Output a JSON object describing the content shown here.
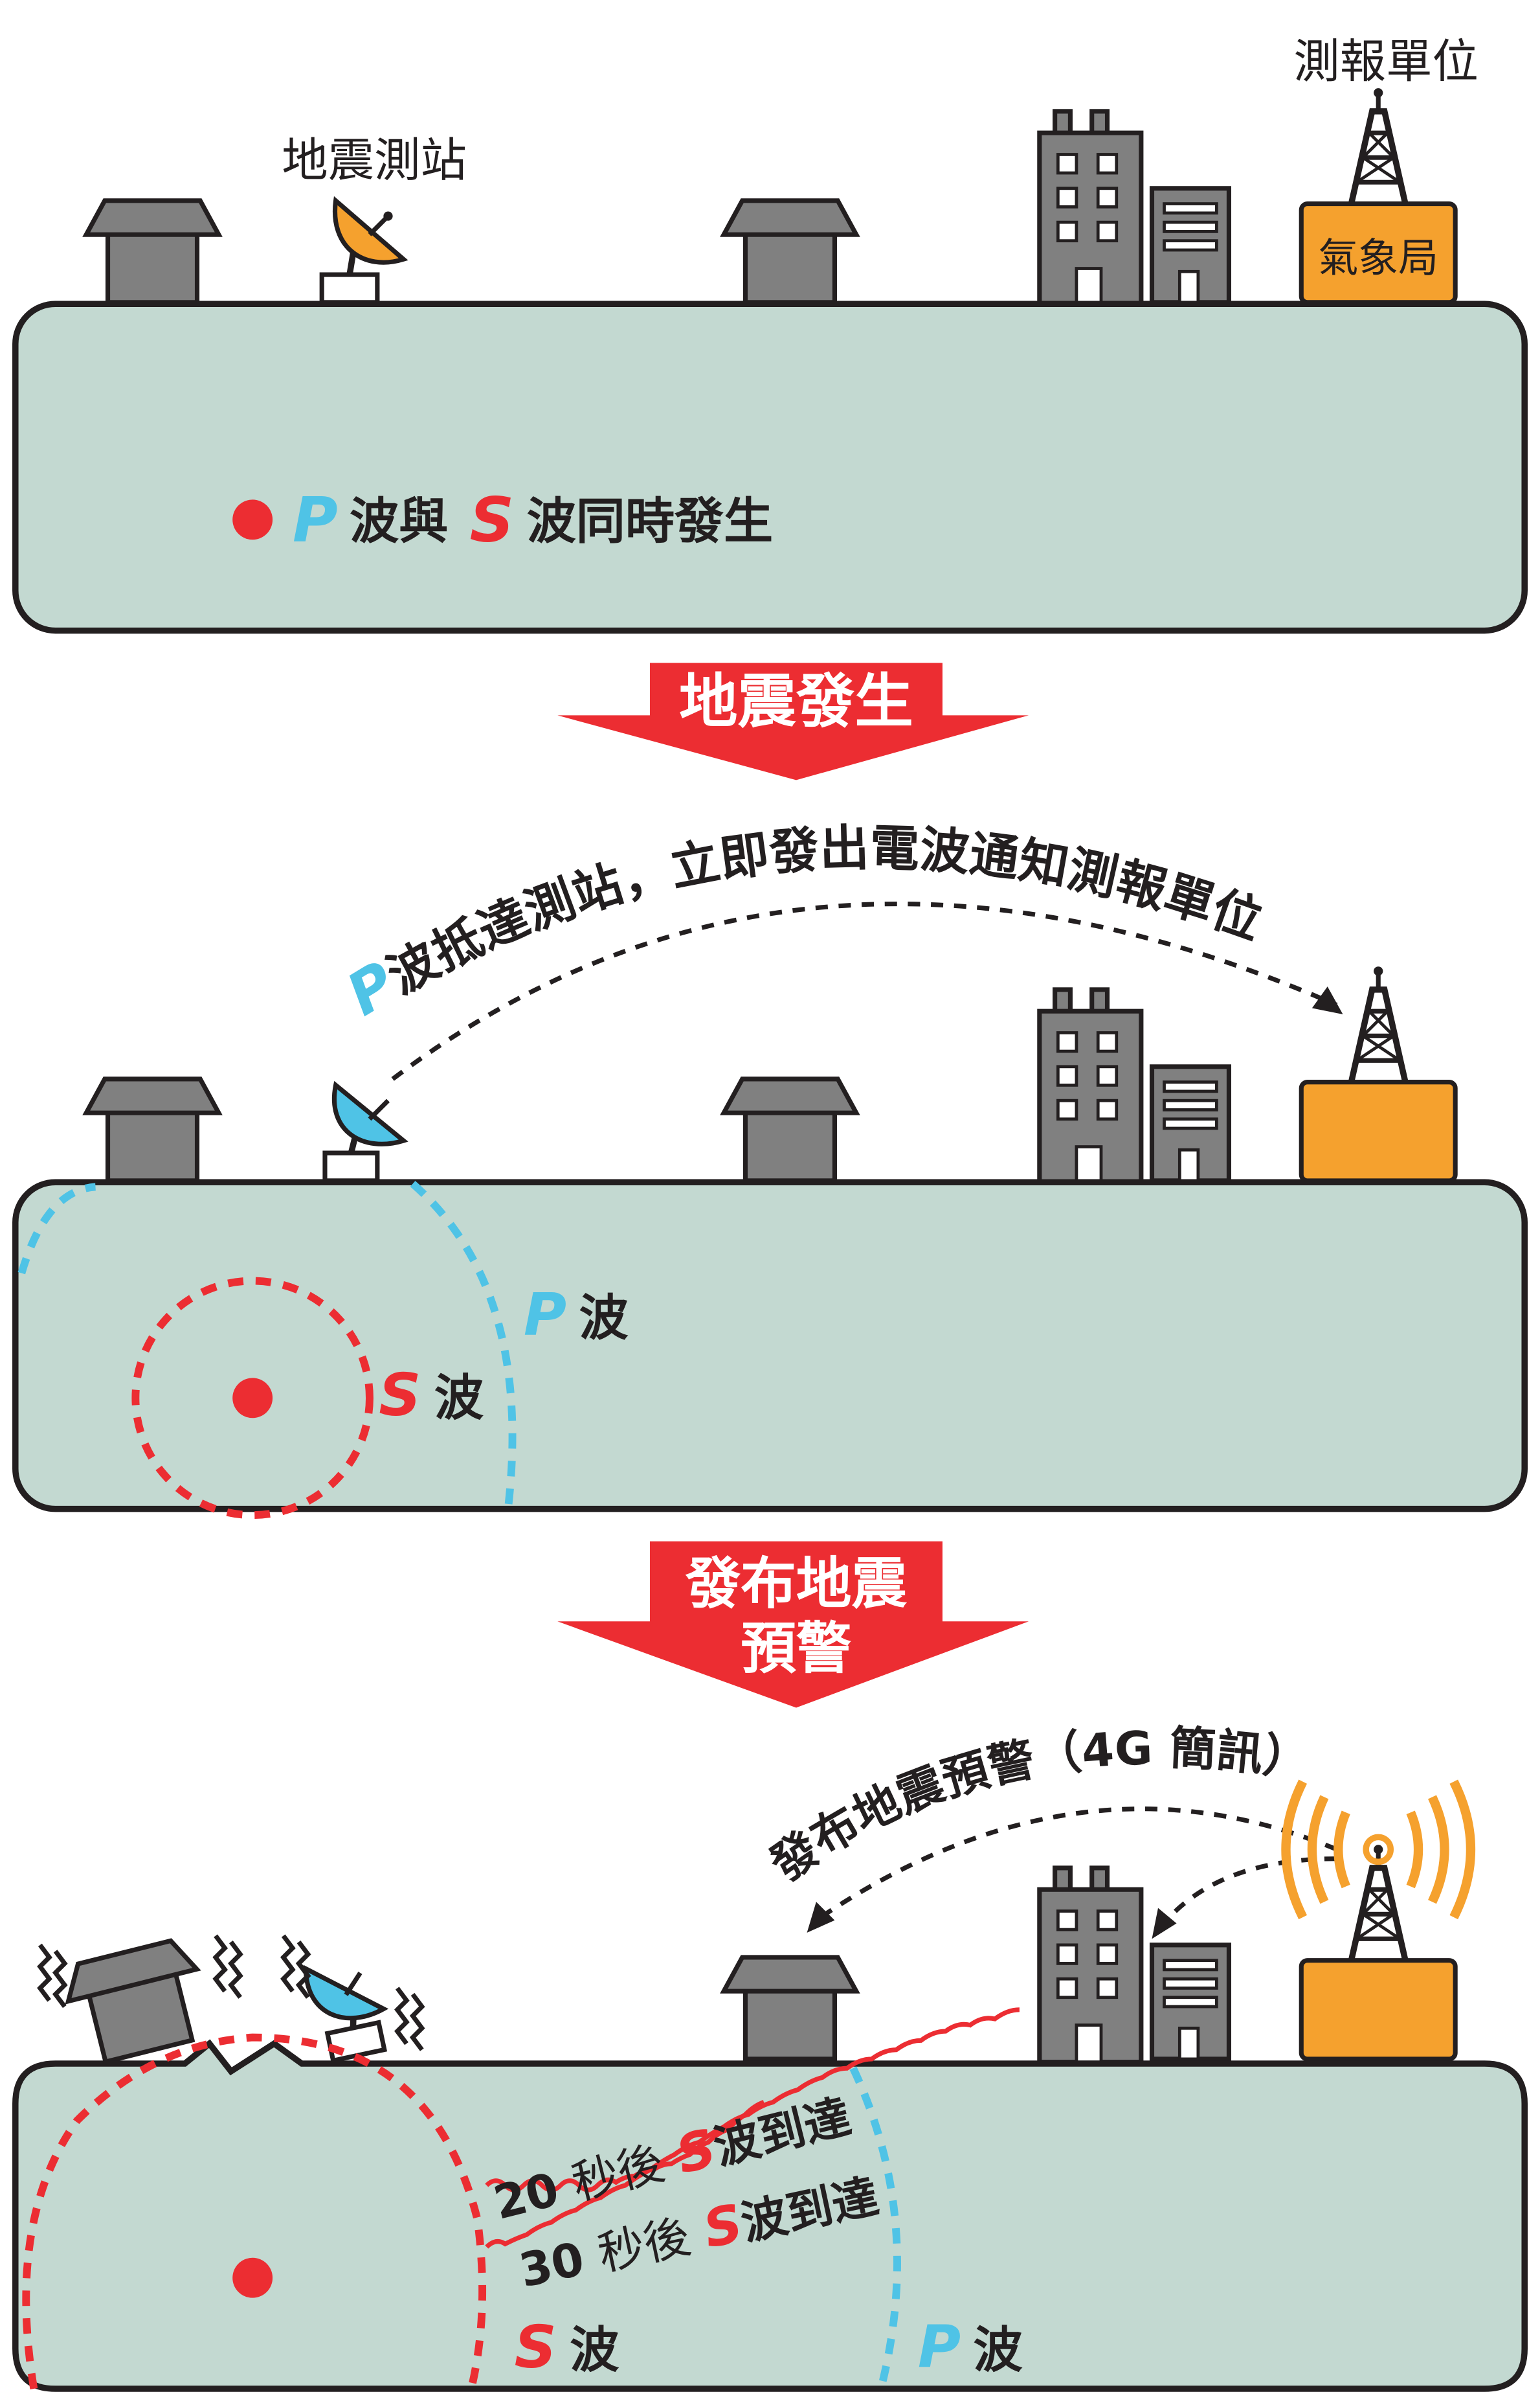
{
  "colors": {
    "ground": "#c3d9d1",
    "outline": "#231f20",
    "building": "#808080",
    "orange": "#f5a12e",
    "red": "#ec2d32",
    "blue": "#4fc3e6",
    "white": "#ffffff"
  },
  "panel1": {
    "station_label": "地震測站",
    "bureau_label": "測報單位",
    "bureau_sign": "氣象局",
    "caption": {
      "p": "P",
      "mid": "波與",
      "s": "S",
      "end": "波同時發生"
    }
  },
  "arrow1": {
    "text": "地震發生"
  },
  "panel2": {
    "message_p": "P",
    "message": "波抵達測站，立即發出電波通知測報單位",
    "p_wave_letter": "P",
    "p_wave_word": "波",
    "s_wave_letter": "S",
    "s_wave_word": "波"
  },
  "arrow2": {
    "line1": "發布地震",
    "line2": "預警"
  },
  "panel3": {
    "message": "發布地震預警（4G 簡訊）",
    "s20": {
      "num": "20",
      "pre": "秒後",
      "s": "S",
      "post": "波到達"
    },
    "s30": {
      "num": "30",
      "pre": "秒後",
      "s": "S",
      "post": "波到達"
    },
    "s_wave_letter": "S",
    "s_wave_word": "波",
    "p_wave_letter": "P",
    "p_wave_word": "波"
  },
  "icons": {
    "epicenter": "epicenter-dot-icon",
    "dish": "satellite-dish-icon",
    "tower": "radio-tower-icon",
    "house": "house-icon",
    "office": "office-building-icon",
    "shake": "shaking-lines-icon",
    "signal": "broadcast-signal-icon"
  }
}
